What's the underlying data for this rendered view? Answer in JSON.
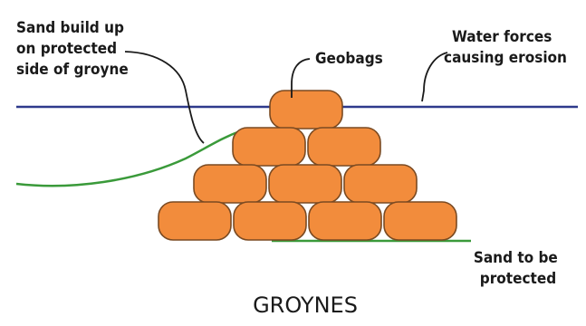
{
  "labels": {
    "sand_build_up": [
      "Sand build up",
      "on protected",
      "side of groyne"
    ],
    "geobags": "Geobags",
    "water_forces": [
      "Water forces",
      "causing erosion"
    ],
    "sand_protected": [
      "Sand to be",
      "protected"
    ],
    "title": "GROYNES"
  },
  "colors": {
    "bag_fill": "#f28c3c",
    "bag_stroke": "#7a4a22",
    "water_line": "#2e3a8c",
    "sand_line": "#3a9a3a",
    "text": "#1a1a1a"
  },
  "structure": {
    "bag_rows": [
      1,
      2,
      3,
      4
    ]
  }
}
